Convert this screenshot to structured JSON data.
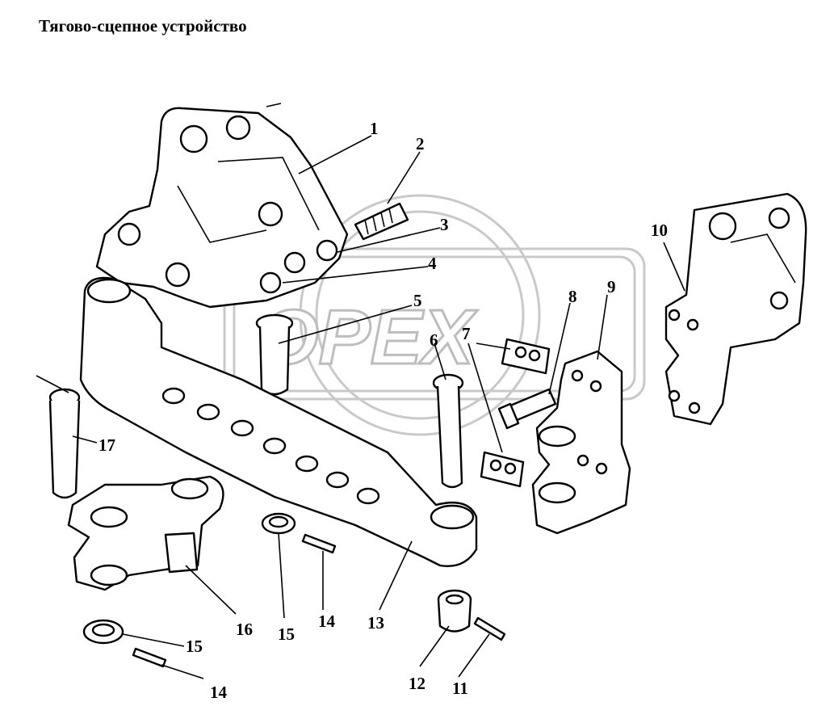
{
  "title": "Тягово-сцепное устройство",
  "watermark": "OPEX",
  "callouts": [
    {
      "id": "c1",
      "text": "1"
    },
    {
      "id": "c2",
      "text": "2"
    },
    {
      "id": "c3",
      "text": "3"
    },
    {
      "id": "c4",
      "text": "4"
    },
    {
      "id": "c5",
      "text": "5"
    },
    {
      "id": "c6",
      "text": "6"
    },
    {
      "id": "c7",
      "text": "7"
    },
    {
      "id": "c8",
      "text": "8"
    },
    {
      "id": "c9",
      "text": "9"
    },
    {
      "id": "c10",
      "text": "10"
    },
    {
      "id": "c11",
      "text": "11"
    },
    {
      "id": "c12",
      "text": "12"
    },
    {
      "id": "c13",
      "text": "13"
    },
    {
      "id": "c14a",
      "text": "14"
    },
    {
      "id": "c14b",
      "text": "14"
    },
    {
      "id": "c15a",
      "text": "15"
    },
    {
      "id": "c15b",
      "text": "15"
    },
    {
      "id": "c16",
      "text": "16"
    },
    {
      "id": "c17",
      "text": "17"
    }
  ]
}
